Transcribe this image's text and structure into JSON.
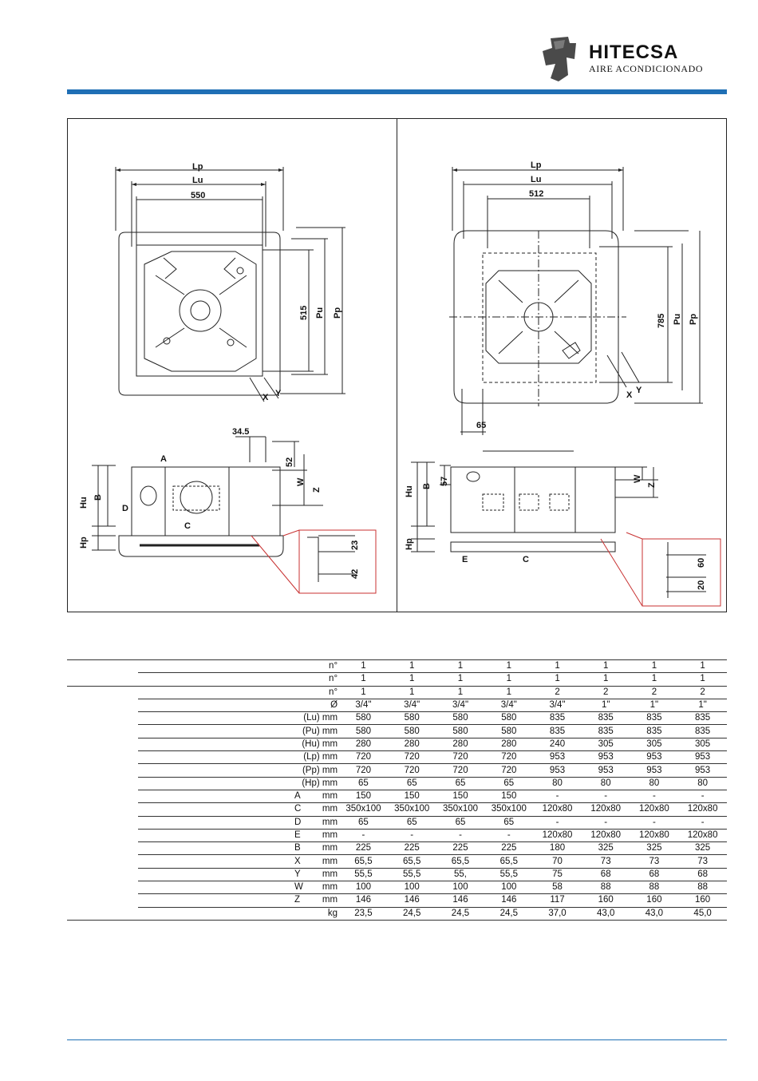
{
  "header": {
    "brand": "HITECSA",
    "tagline": "AIRE ACONDICIONADO",
    "accent_color": "#1f6fb5"
  },
  "drawing_left": {
    "lp": "Lp",
    "lu": "Lu",
    "w550": "550",
    "d515": "515",
    "pu": "Pu",
    "pp": "Pp",
    "x": "X",
    "y": "Y",
    "d345": "34.5",
    "d52": "52",
    "w": "W",
    "z": "Z",
    "hu": "Hu",
    "b": "B",
    "hp": "Hp",
    "a": "A",
    "c": "C",
    "d": "D",
    "d23": "23",
    "d42": "42"
  },
  "drawing_right": {
    "lp": "Lp",
    "lu": "Lu",
    "w512": "512",
    "d785": "785",
    "pu": "Pu",
    "pp": "Pp",
    "x": "X",
    "y": "Y",
    "d65": "65",
    "d57": "57",
    "w": "W",
    "z": "Z",
    "hu": "Hu",
    "b": "B",
    "hp": "Hp",
    "e": "E",
    "c": "C",
    "d60": "60",
    "d20": "20"
  },
  "table": {
    "rows": [
      {
        "k": "",
        "u": "n°",
        "v": [
          "1",
          "1",
          "1",
          "1",
          "1",
          "1",
          "1",
          "1"
        ]
      },
      {
        "k": "",
        "u": "n°",
        "v": [
          "1",
          "1",
          "1",
          "1",
          "1",
          "1",
          "1",
          "1"
        ]
      },
      {
        "k": "",
        "u": "n°",
        "v": [
          "1",
          "1",
          "1",
          "1",
          "2",
          "2",
          "2",
          "2"
        ]
      },
      {
        "k": "",
        "u": "Ø",
        "v": [
          "3/4\"",
          "3/4\"",
          "3/4\"",
          "3/4\"",
          "3/4\"",
          "1\"",
          "1\"",
          "1\""
        ]
      },
      {
        "k": "",
        "u": "(Lu) mm",
        "v": [
          "580",
          "580",
          "580",
          "580",
          "835",
          "835",
          "835",
          "835"
        ]
      },
      {
        "k": "",
        "u": "(Pu) mm",
        "v": [
          "580",
          "580",
          "580",
          "580",
          "835",
          "835",
          "835",
          "835"
        ]
      },
      {
        "k": "",
        "u": "(Hu) mm",
        "v": [
          "280",
          "280",
          "280",
          "280",
          "240",
          "305",
          "305",
          "305"
        ]
      },
      {
        "k": "",
        "u": "(Lp) mm",
        "v": [
          "720",
          "720",
          "720",
          "720",
          "953",
          "953",
          "953",
          "953"
        ]
      },
      {
        "k": "",
        "u": "(Pp) mm",
        "v": [
          "720",
          "720",
          "720",
          "720",
          "953",
          "953",
          "953",
          "953"
        ]
      },
      {
        "k": "",
        "u": "(Hp) mm",
        "v": [
          "65",
          "65",
          "65",
          "65",
          "80",
          "80",
          "80",
          "80"
        ]
      },
      {
        "k": "A",
        "u": "mm",
        "v": [
          "150",
          "150",
          "150",
          "150",
          "-",
          "-",
          "-",
          "-"
        ]
      },
      {
        "k": "C",
        "u": "mm",
        "v": [
          "350x100",
          "350x100",
          "350x100",
          "350x100",
          "120x80",
          "120x80",
          "120x80",
          "120x80"
        ]
      },
      {
        "k": "D",
        "u": "mm",
        "v": [
          "65",
          "65",
          "65",
          "65",
          "-",
          "-",
          "-",
          "-"
        ]
      },
      {
        "k": "E",
        "u": "mm",
        "v": [
          "-",
          "-",
          "-",
          "-",
          "120x80",
          "120x80",
          "120x80",
          "120x80"
        ]
      },
      {
        "k": "B",
        "u": "mm",
        "v": [
          "225",
          "225",
          "225",
          "225",
          "180",
          "325",
          "325",
          "325"
        ]
      },
      {
        "k": "X",
        "u": "mm",
        "v": [
          "65,5",
          "65,5",
          "65,5",
          "65,5",
          "70",
          "73",
          "73",
          "73"
        ]
      },
      {
        "k": "Y",
        "u": "mm",
        "v": [
          "55,5",
          "55,5",
          "55,",
          "55,5",
          "75",
          "68",
          "68",
          "68"
        ]
      },
      {
        "k": "W",
        "u": "mm",
        "v": [
          "100",
          "100",
          "100",
          "100",
          "58",
          "88",
          "88",
          "88"
        ]
      },
      {
        "k": "Z",
        "u": "mm",
        "v": [
          "146",
          "146",
          "146",
          "146",
          "117",
          "160",
          "160",
          "160"
        ]
      },
      {
        "k": "",
        "u": "kg",
        "v": [
          "23,5",
          "24,5",
          "24,5",
          "24,5",
          "37,0",
          "43,0",
          "43,0",
          "45,0"
        ]
      }
    ]
  }
}
